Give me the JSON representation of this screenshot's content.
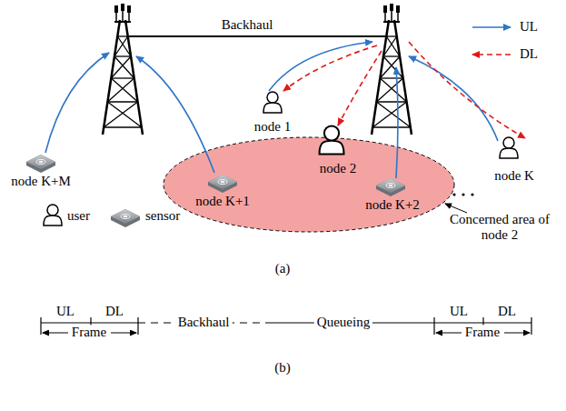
{
  "diagram": {
    "labels": [
      "Backhaul",
      "node 1",
      "node 2",
      "node K+1",
      "node K+2",
      "node K",
      "node K+M",
      "Concerned area of node 2",
      "(a)",
      "UL",
      "DL",
      "Backhaul",
      "Queueing",
      "UL",
      "DL",
      "Frame",
      "Frame",
      "(b)"
    ],
    "legend": [
      {
        "text": "UL"
      },
      {
        "text": "DL"
      },
      {
        "text": "user"
      },
      {
        "text": "sensor"
      }
    ]
  }
}
